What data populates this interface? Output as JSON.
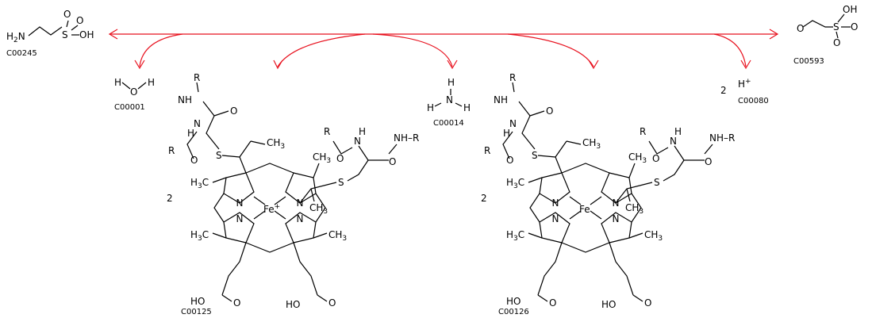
{
  "compounds": {
    "taurine": {
      "id": "C00245"
    },
    "water": {
      "id": "C00001"
    },
    "ammonia": {
      "id": "C00014"
    },
    "proton": {
      "id": "C00080",
      "coefficient": "2"
    },
    "sulfoacetaldehyde": {
      "id": "C00593"
    },
    "ferricytochrome_c": {
      "id": "C00125",
      "coefficient": "2"
    },
    "ferrocytochrome_c": {
      "id": "C00126",
      "coefficient": "2"
    }
  },
  "colors": {
    "arrow": "#e8121f",
    "structure": "#000000"
  }
}
